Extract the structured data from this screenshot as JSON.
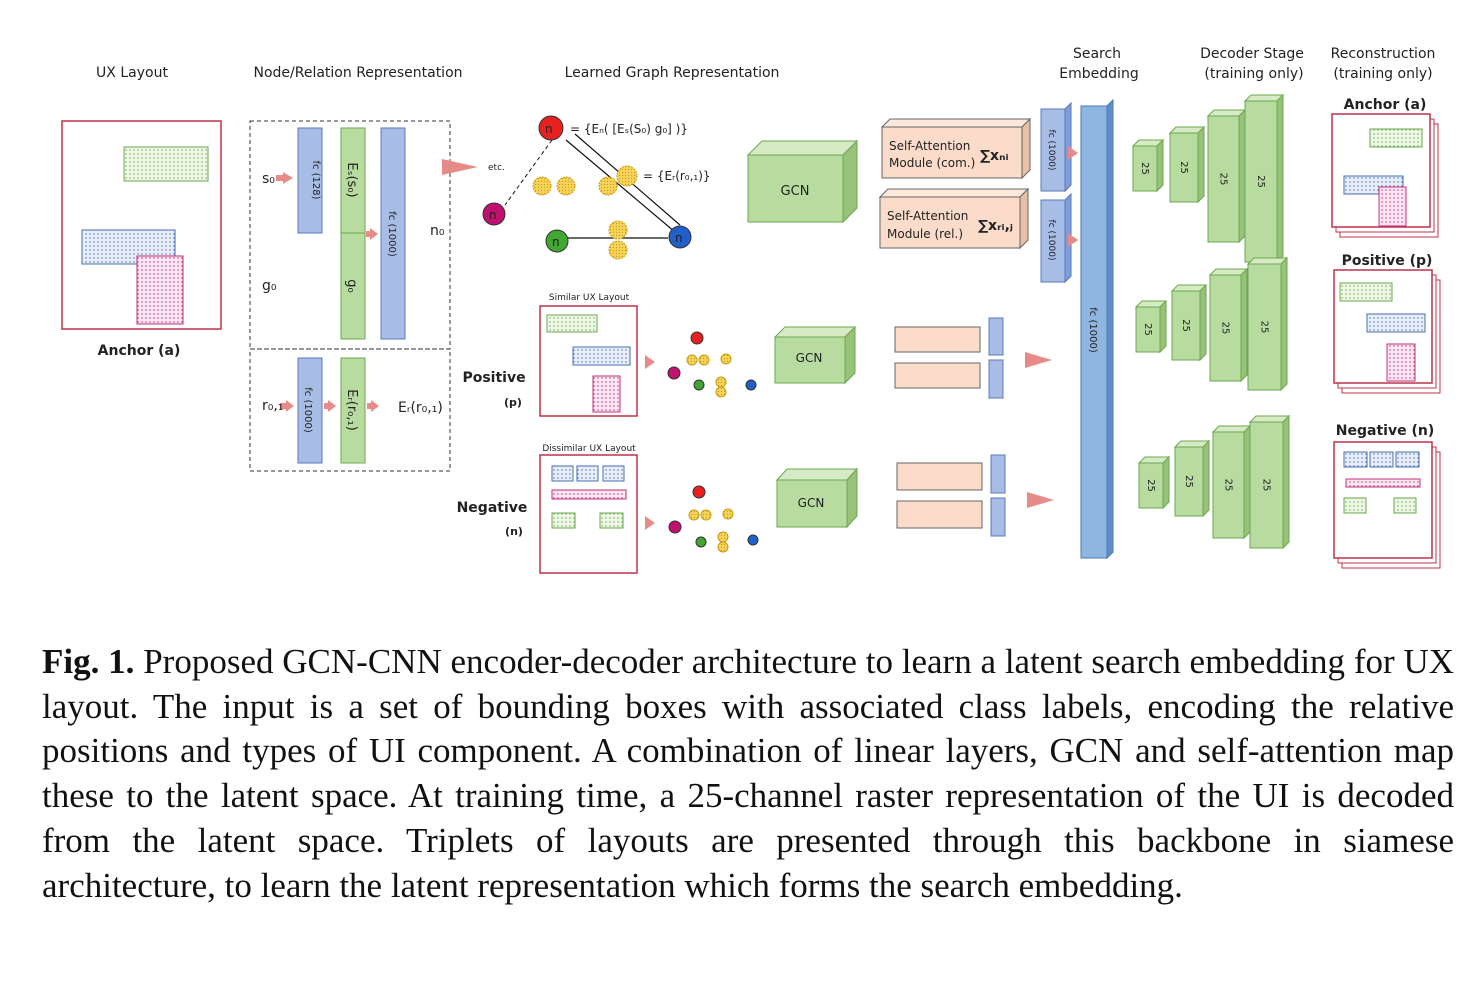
{
  "headers": {
    "ux_layout": "UX Layout",
    "node_relation": "Node/Relation Representation",
    "learned_graph": "Learned Graph Representation",
    "search_embedding_1": "Search",
    "search_embedding_2": "Embedding",
    "decoder_1": "Decoder Stage",
    "decoder_2": "(training only)",
    "recon_1": "Reconstruction",
    "recon_2": "(training only)"
  },
  "anchor_label": "Anchor (a)",
  "positive_label": "Positive",
  "positive_sub": "(p)",
  "negative_label": "Negative",
  "negative_sub": "(n)",
  "similar_layout": "Similar UX Layout",
  "dissimilar_layout": "Dissimilar UX Layout",
  "recon_anchor": "Anchor (a)",
  "recon_positive": "Positive (p)",
  "recon_negative": "Negative (n)",
  "node_rep": {
    "s0": "s₀",
    "g0": "g₀",
    "fc128": "fc (128)",
    "es": "Eₛ(s₀)",
    "g0_col": "g₀",
    "fc1000": "fc (1000)",
    "n0": "n₀",
    "r01": "r₀,₁",
    "fc1000_rel": "fc (1000)",
    "er_col": "Eᵣ(r₀,₁)",
    "er_out": "Eᵣ(r₀,₁)"
  },
  "graph": {
    "n0_eq": "= {Eₙ( [Eₛ(S₀)  g₀] )}",
    "e01_eq": "= {Eᵣ(r₀,₁)}",
    "etc": "etc.",
    "n": "n"
  },
  "gcn": "GCN",
  "self_attention_com": [
    "Self-Attention",
    "Module (com.)"
  ],
  "self_attention_rel": [
    "Self-Attention",
    "Module (rel.)"
  ],
  "sum_ni": "∑xₙᵢ",
  "sum_rij": "∑xᵣᵢ,ⱼ",
  "fc1000": "fc (1000)",
  "decoder_channels": "25",
  "caption": {
    "fig": "Fig. 1.",
    "text": "Proposed GCN-CNN encoder-decoder architecture to learn a latent search embedding for UX layout. The input is a set of bounding boxes with associated class labels, encoding the relative positions and types of UI component. A combination of linear layers, GCN and self-attention map these to the latent space. At training time, a 25-channel raster representation of the UI is decoded from the latent space. Triplets of layouts are presented through this backbone in siamese architecture, to learn the latent representation which forms the search embedding."
  }
}
